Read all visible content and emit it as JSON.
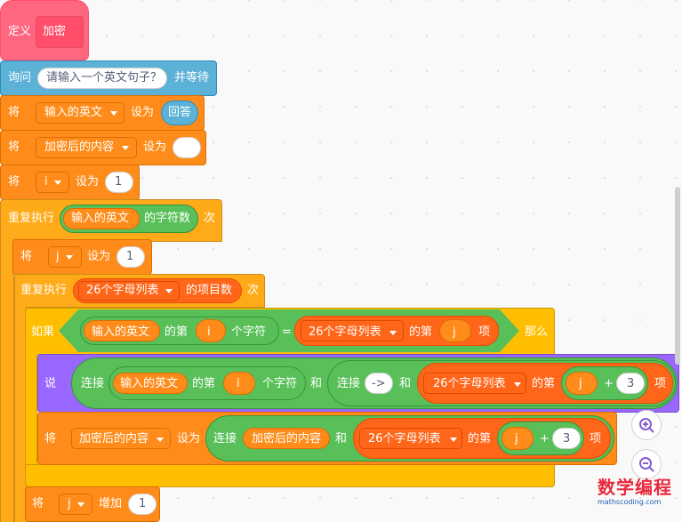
{
  "define": {
    "keyword": "定义",
    "name": "加密"
  },
  "ask": {
    "label": "询问",
    "prompt": "请输入一个英文句子？",
    "suffix": "并等待"
  },
  "set1": {
    "label": "将",
    "var": "输入的英文",
    "to": "设为",
    "value": "回答"
  },
  "set2": {
    "label": "将",
    "var": "加密后的内容",
    "to": "设为",
    "value": ""
  },
  "set3": {
    "label": "将",
    "var": "i",
    "to": "设为",
    "value": "1"
  },
  "repeat1": {
    "label": "重复执行",
    "var": "输入的英文",
    "len": "的字符数",
    "times": "次"
  },
  "set4": {
    "label": "将",
    "var": "j",
    "to": "设为",
    "value": "1"
  },
  "repeat2": {
    "label": "重复执行",
    "list": "26个字母列表",
    "len": "的项目数",
    "times": "次"
  },
  "if": {
    "label": "如果",
    "then": "那么",
    "left": {
      "var": "输入的英文",
      "of": "的第",
      "idx": "i",
      "char": "个字符"
    },
    "eq": "=",
    "right": {
      "list": "26个字母列表",
      "of": "的第",
      "idx": "j",
      "item": "项"
    }
  },
  "say": {
    "label": "说",
    "join": "连接",
    "var": "输入的英文",
    "of": "的第",
    "idx": "i",
    "char": "个字符",
    "and": "和",
    "join2": "连接",
    "arrow": "->",
    "and2": "和",
    "list": "26个字母列表",
    "of2": "的第",
    "j": "j",
    "plus": "+",
    "three": "3",
    "item": "项"
  },
  "set5": {
    "label": "将",
    "var": "加密后的内容",
    "to": "设为",
    "join": "连接",
    "var2": "加密后的内容",
    "and": "和",
    "list": "26个字母列表",
    "of": "的第",
    "j": "j",
    "plus": "+",
    "three": "3",
    "item": "项"
  },
  "change": {
    "label": "将",
    "var": "j",
    "by": "增加",
    "value": "1"
  },
  "zoom": {
    "in": "zoom-in-icon",
    "out": "zoom-out-icon"
  },
  "logo": {
    "text": "数学编程",
    "url": "mathscoding.com"
  }
}
